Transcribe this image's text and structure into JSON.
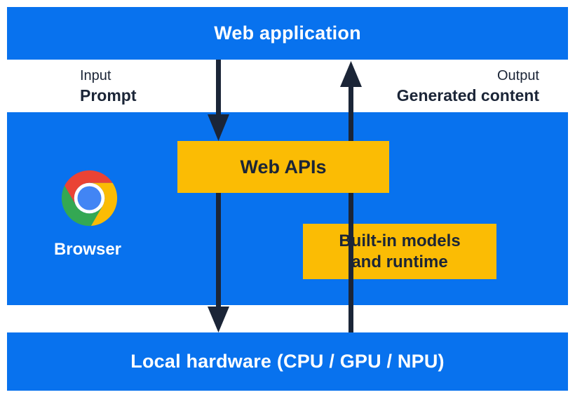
{
  "colors": {
    "blue": "#0872EE",
    "yellow": "#FBBC04",
    "dark": "#1B2537",
    "white": "#FFFFFF",
    "chrome_red": "#EA4335",
    "chrome_yellow": "#FBBC04",
    "chrome_green": "#34A853",
    "chrome_blue": "#4285F4"
  },
  "top_bar": {
    "label": "Web application"
  },
  "io_labels": {
    "input_title": "Input",
    "input_value": "Prompt",
    "output_title": "Output",
    "output_value": "Generated content"
  },
  "browser_section": {
    "browser_label": "Browser",
    "web_apis_label": "Web APIs",
    "builtin_lines": [
      "Built-in models",
      "and runtime"
    ]
  },
  "bottom_bar": {
    "label": "Local hardware (CPU / GPU / NPU)"
  },
  "flows": {
    "down_arrow": "web-application to web-apis to local-hardware",
    "up_arrow": "local-hardware through built-in-models to web-application"
  }
}
